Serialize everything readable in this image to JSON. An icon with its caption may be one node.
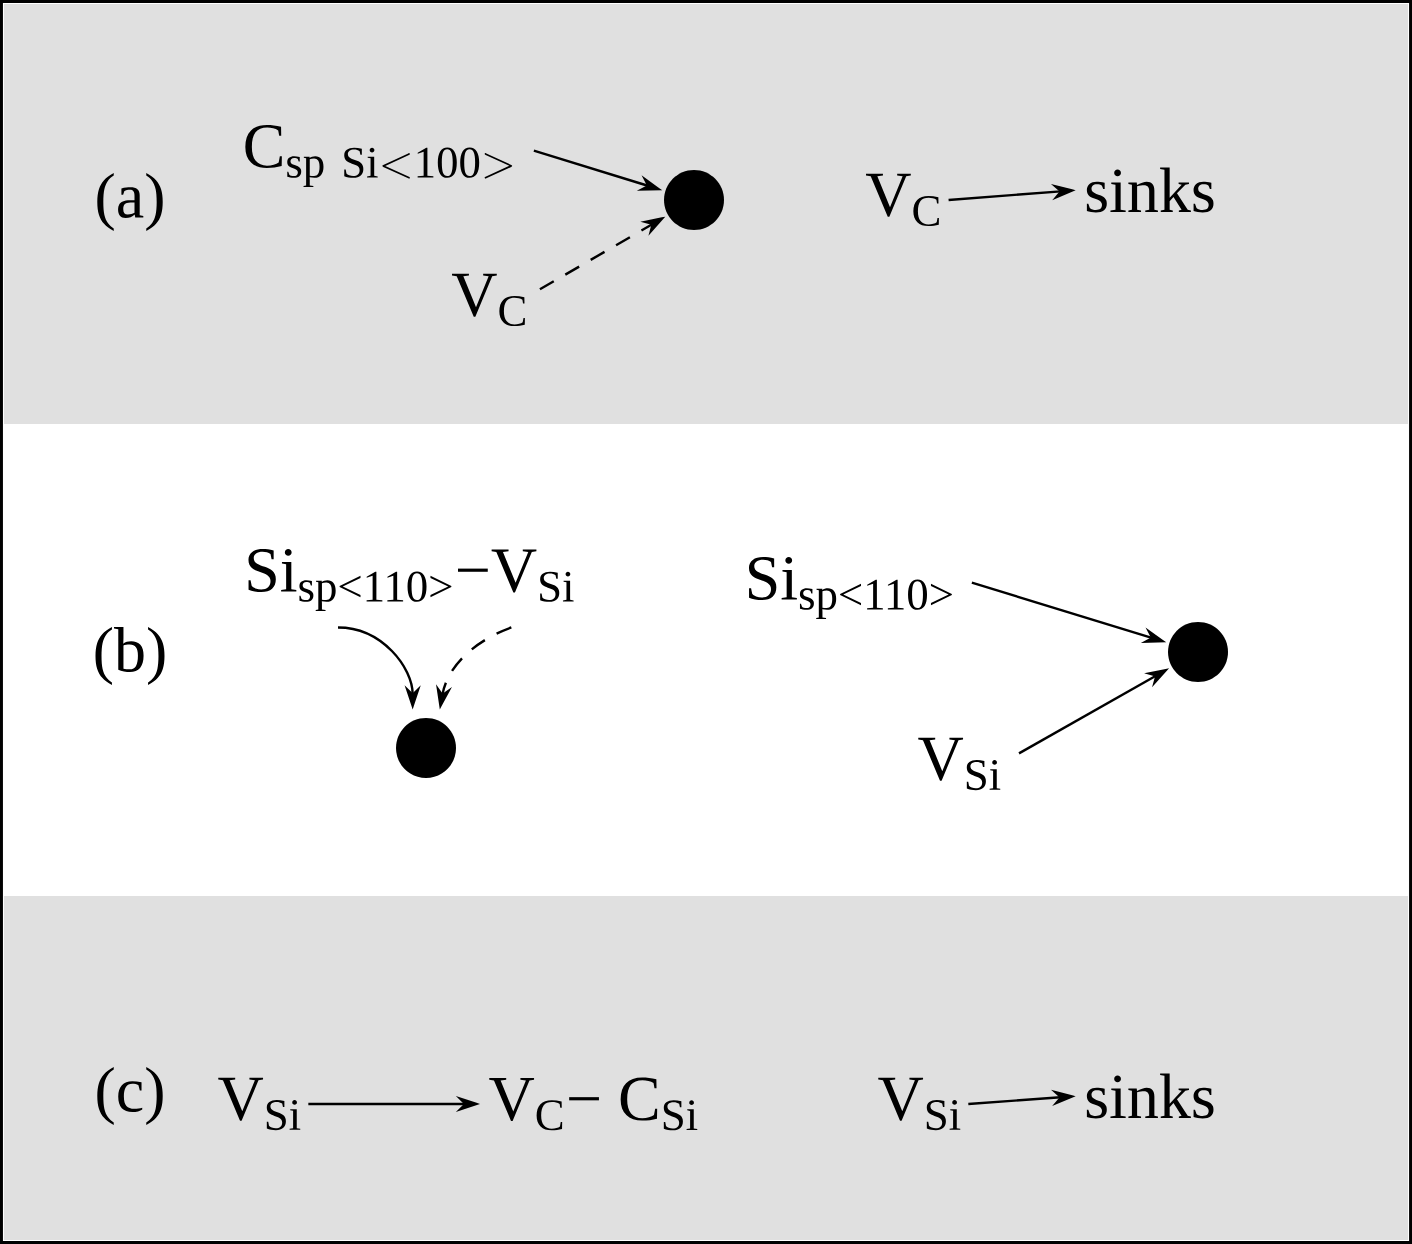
{
  "diagram": {
    "nodes": [
      {
        "text": [
          "(a)"
        ]
      },
      {
        "text": [
          "\\mathrm{C}_{\\mathrm{sp\\ Si}<\\mathrm{100}>}"
        ],
        "in": 0
      },
      {
        "text": [
          "V$_{C}$"
        ],
        "in": 0
      },
      {
        "text": [],
        "shape": "circle",
        "in": 0
      },
      {
        "text": [
          "V$_{C}$"
        ],
        "in": 0
      },
      {
        "text": [
          "sinks"
        ],
        "in": 0
      },
      {
        "text": [
          "Si$_{sp<110>}$−V$_{Si}$"
        ]
      },
      {
        "text": [],
        "shape": "circle"
      },
      {
        "text": [
          "Si$_{sp<110>}$"
        ]
      },
      {
        "text": [
          "V$_{Si}$"
        ]
      },
      {
        "text": [],
        "shape": "circle"
      },
      {
        "text": [
          "(c)"
        ]
      },
      {
        "text": [
          "V$_{Si}$"
        ],
        "in": 11
      },
      {
        "text": [
          "V$_{C}$− C$_{Si}$"
        ],
        "in": 11
      },
      {
        "text": [
          "V$_{Si}$"
        ],
        "in": 11
      },
      {
        "text": [
          "sinks"
        ],
        "in": 11
      }
    ],
    "edges": [
      {
        "from": 1,
        "to": 3,
        "arrow": "to"
      },
      {
        "from": 2,
        "to": 3,
        "arrow": "to",
        "style": "dashed"
      },
      {
        "from": 4,
        "to": 5,
        "arrow": "to"
      },
      {
        "from": 6,
        "to": 7,
        "arrow": "to"
      },
      {
        "from": 6,
        "to": 7,
        "arrow": "to",
        "style": "dashed"
      },
      {
        "from": 8,
        "to": 10,
        "arrow": "to"
      },
      {
        "from": 9,
        "to": 10,
        "arrow": "to"
      },
      {
        "from": 12,
        "to": 13,
        "arrow": "to"
      },
      {
        "from": 14,
        "to": 15,
        "arrow": "to"
      }
    ],
    "labels": [
      "(b)"
    ]
  }
}
